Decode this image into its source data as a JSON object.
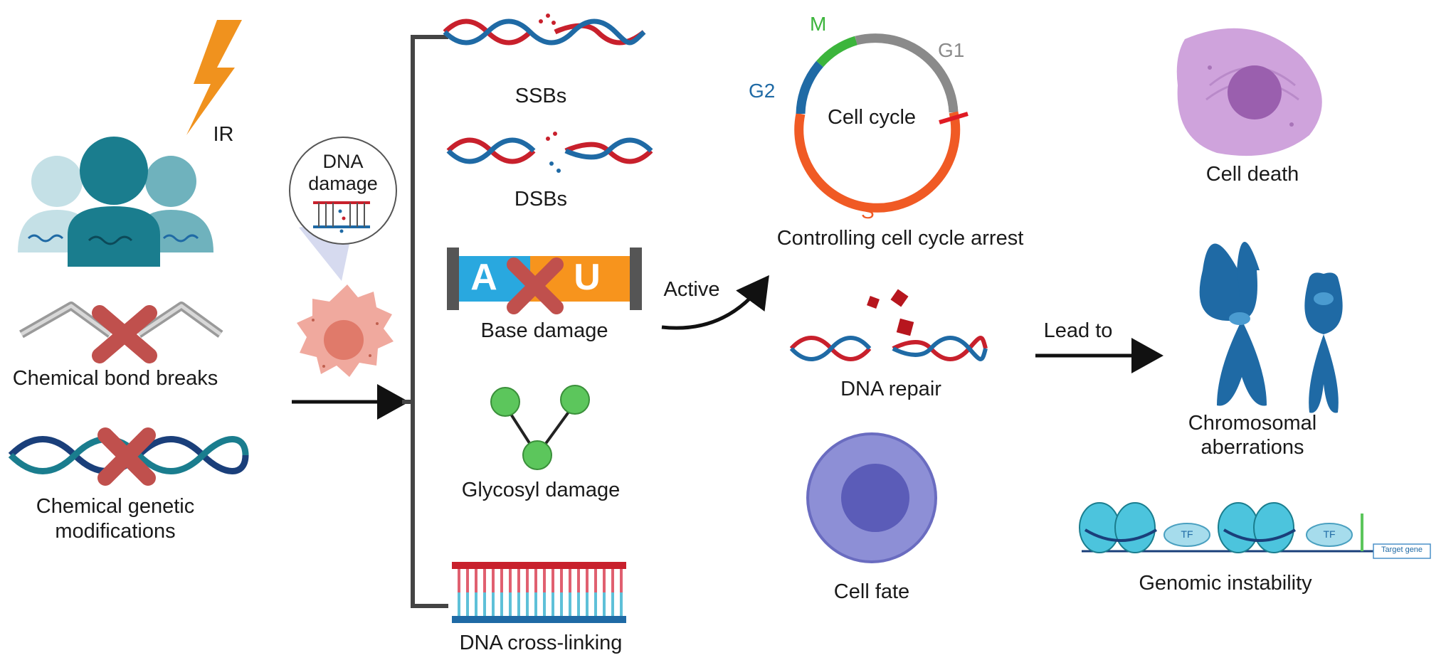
{
  "colors": {
    "dna_red": "#c8202c",
    "dna_blue": "#1f6aa5",
    "teal_dark": "#1a7d8e",
    "teal_mid": "#6fb2bd",
    "teal_light": "#c4e0e6",
    "lightning": "#f0921e",
    "cross": "#c0504d",
    "cell_pink": "#f0a99e",
    "cell_death": "#cfa3dc",
    "cell_fate": "#8d8fd6",
    "chromosome": "#1f6aa5",
    "phase_m": "#3cb53c",
    "phase_g1": "#8a8a8a",
    "phase_g2": "#1f6aa5",
    "phase_s": "#f05a24",
    "node_green": "#5cc65c",
    "base_a": "#29a8df",
    "base_u": "#f7941d"
  },
  "icons": [
    "lightning-icon",
    "people-icon",
    "broken-bond-icon",
    "dna-cross-icon",
    "damaged-cell-icon",
    "ssb-dna-icon",
    "dsb-dna-icon",
    "base-damage-icon",
    "glycosyl-icon",
    "crosslink-icon",
    "cell-cycle-icon",
    "repair-dna-icon",
    "dead-cell-icon",
    "fate-cell-icon",
    "chromosome-icon",
    "nucleosome-icon"
  ],
  "sources": {
    "ir": "IR",
    "bond": "Chemical bond breaks",
    "genetic_line1": "Chemical genetic",
    "genetic_line2": "modifications"
  },
  "damage_bubble": {
    "line1": "DNA",
    "line2": "damage"
  },
  "damage_types": {
    "ssb": "SSBs",
    "dsb": "DSBs",
    "base": "Base damage",
    "base_a": "A",
    "base_u": "U",
    "glycosyl": "Glycosyl damage",
    "crosslink": "DNA cross-linking"
  },
  "arrows": {
    "active": "Active",
    "lead_to": "Lead to"
  },
  "cell_cycle": {
    "center": "Cell cycle",
    "m": "M",
    "g1": "G1",
    "g2": "G2",
    "s": "S",
    "caption": "Controlling cell cycle arrest"
  },
  "outcomes": {
    "repair": "DNA repair",
    "fate": "Cell fate",
    "death": "Cell death",
    "chromo_line1": "Chromosomal",
    "chromo_line2": "aberrations",
    "genomic": "Genomic instability",
    "tf": "TF",
    "target_gene": "Target gene"
  }
}
